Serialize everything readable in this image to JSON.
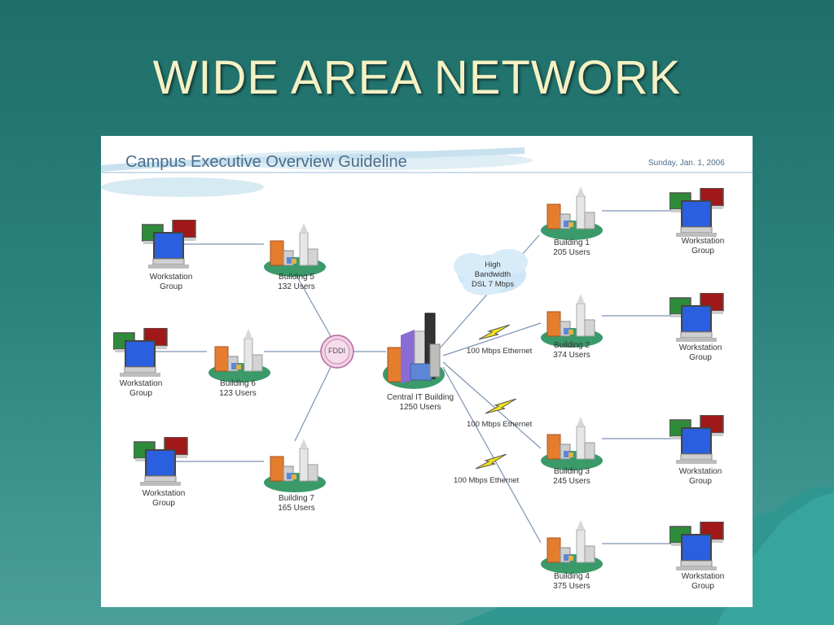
{
  "slide": {
    "title": "WIDE AREA NETWORK"
  },
  "diagram": {
    "title": "Campus Executive Overview Guideline",
    "date": "Sunday, Jan. 1, 2006",
    "hub_label": "FDDI",
    "cloud": {
      "line1": "High",
      "line2": "Bandwidth",
      "line3": "DSL 7 Mbps"
    },
    "central": {
      "name": "Central IT Building",
      "users": "1250 Users"
    },
    "buildings": [
      {
        "id": "b1",
        "name": "Building 1",
        "users": "205 Users"
      },
      {
        "id": "b2",
        "name": "Building 2",
        "users": "374 Users"
      },
      {
        "id": "b3",
        "name": "Building 3",
        "users": "245 Users"
      },
      {
        "id": "b4",
        "name": "Building 4",
        "users": "375 Users"
      },
      {
        "id": "b5",
        "name": "Building 5",
        "users": "132 Users"
      },
      {
        "id": "b6",
        "name": "Building 6",
        "users": "123 Users"
      },
      {
        "id": "b7",
        "name": "Building 7",
        "users": "165 Users"
      }
    ],
    "workstation": {
      "line1": "Workstation",
      "line2": "Group"
    },
    "links": [
      "100 Mbps Ethernet",
      "100 Mbps Ethernet",
      "100 Mbps Ethernet"
    ],
    "colors": {
      "line": "#7d93b3",
      "ground": "#3a9a6a",
      "monitor_blue": "#2a5fe0",
      "monitor_green": "#2e8b3a",
      "monitor_red": "#a01818",
      "lightning": "#f1e21a",
      "title_text": "#4a6d8c"
    }
  }
}
